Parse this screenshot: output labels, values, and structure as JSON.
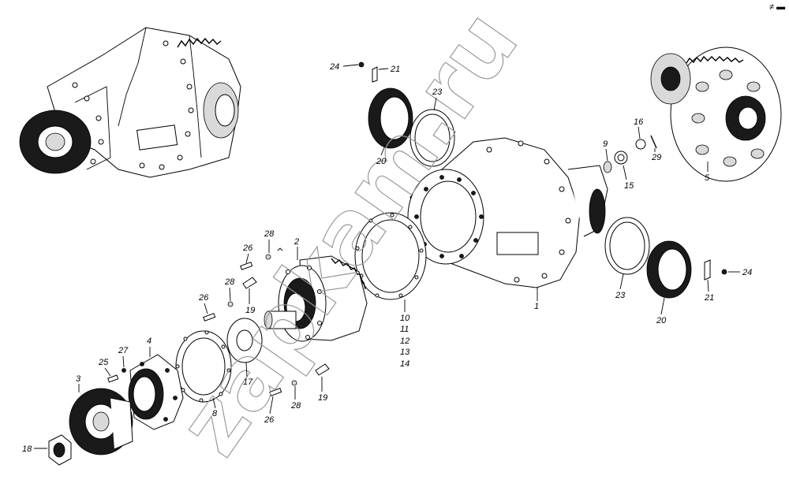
{
  "watermark": "zapkam.ru",
  "corner_mark": "≠ ▬",
  "labels": {
    "l1": "1",
    "l2": "2",
    "l3": "3",
    "l4": "4",
    "l5": "5",
    "l8": "8",
    "l9": "9",
    "l10": "10",
    "l11": "11",
    "l12": "12",
    "l13": "13",
    "l14": "14",
    "l15": "15",
    "l16": "16",
    "l17": "17",
    "l18": "18",
    "l19a": "19",
    "l19b": "19",
    "l20a": "20",
    "l20b": "20",
    "l21a": "21",
    "l21b": "21",
    "l23a": "23",
    "l23b": "23",
    "l24a": "24",
    "l24b": "24",
    "l25": "25",
    "l26a": "26",
    "l26b": "26",
    "l26c": "26",
    "l27": "27",
    "l28a": "28",
    "l28b": "28",
    "l28c": "28",
    "l29": "29"
  }
}
